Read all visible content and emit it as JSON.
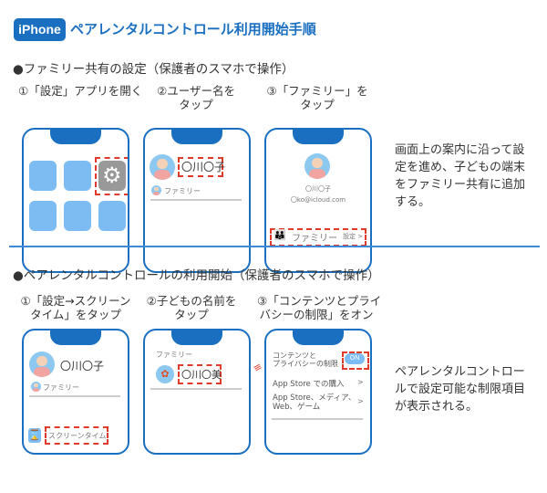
{
  "header": {
    "badge": "iPhone",
    "title": "ペアレンタルコントロール利用開始手順"
  },
  "section1": {
    "heading": "●ファミリー共有の設定（保護者のスマホで操作）",
    "steps": [
      "①「設定」アプリを開く",
      "②ユーザー名を\nタップ",
      "③「ファミリー」を\nタップ"
    ],
    "phone2": {
      "name": "〇川〇子",
      "family": "ファミリー"
    },
    "phone3": {
      "name": "〇川〇子",
      "email": "〇ko@icloud.com",
      "family": "ファミリー",
      "settings": "設定 >"
    },
    "description": "画面上の案内に沿って設定を進め、子どもの端末をファミリー共有に追加する。"
  },
  "section2": {
    "heading": "●ペアレンタルコントロールの利用開始（保護者のスマホで操作）",
    "steps": [
      "①「設定→スクリーン\nタイム」をタップ",
      "②子どもの名前を\nタップ",
      "③「コンテンツとプライ\nバシーの制限」をオン"
    ],
    "phone1": {
      "name": "〇川〇子",
      "family": "ファミリー",
      "screen_time": "スクリーンタイム"
    },
    "phone2": {
      "family_label": "ファミリー",
      "child_name": "〇川〇美"
    },
    "phone3": {
      "restriction": "コンテンツと\nプライバシーの制限",
      "toggle": "ON",
      "item1": "App Store での購入",
      "item2": "App Store、メディア、\nWeb、ゲーム",
      "chevron": ">"
    },
    "description": "ペアレンタルコントロールで設定可能な制限項目が表示される。"
  },
  "colors": {
    "accent": "#1a6fc0",
    "highlight": "#e03a2a",
    "app_tile": "#7dbcf2"
  }
}
